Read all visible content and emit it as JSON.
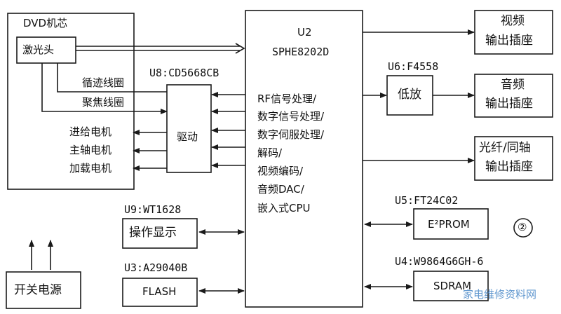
{
  "diagram": {
    "dvd_core": {
      "title": "DVD机芯",
      "laser_head": "激光头",
      "tracking_coil": "循迹线圈",
      "focus_coil": "聚焦线圈",
      "feed_motor": "进给电机",
      "spindle_motor": "主轴电机",
      "load_motor": "加载电机"
    },
    "u8": {
      "label": "U8:CD5668CB",
      "block": "驱动"
    },
    "u2": {
      "ref": "U2",
      "part": "SPHE8202D",
      "functions": [
        "RF信号处理/",
        "数字信号处理/",
        "数字伺服处理/",
        "解码/",
        "视频编码/",
        "音频DAC/",
        "嵌入式CPU"
      ]
    },
    "video_out": [
      "视频",
      "输出插座"
    ],
    "u6": {
      "label": "U6:F4558",
      "block": "低放"
    },
    "audio_out": [
      "音频",
      "输出插座"
    ],
    "optical_out": [
      "光纤/同轴",
      "输出插座"
    ],
    "u9": {
      "label": "U9:WT1628",
      "block": "操作显示"
    },
    "u3": {
      "label": "U3:A29040B",
      "block": "FLASH"
    },
    "u5": {
      "label": "U5:FT24C02",
      "block": "E²PROM"
    },
    "u4": {
      "label": "U4:W9864G6GH-6",
      "block": "SDRAM"
    },
    "power": "开关电源",
    "figure_number": "②",
    "watermark": "家电维修资料网"
  },
  "colors": {
    "line": "#1a1a1a",
    "background": "#ffffff"
  }
}
